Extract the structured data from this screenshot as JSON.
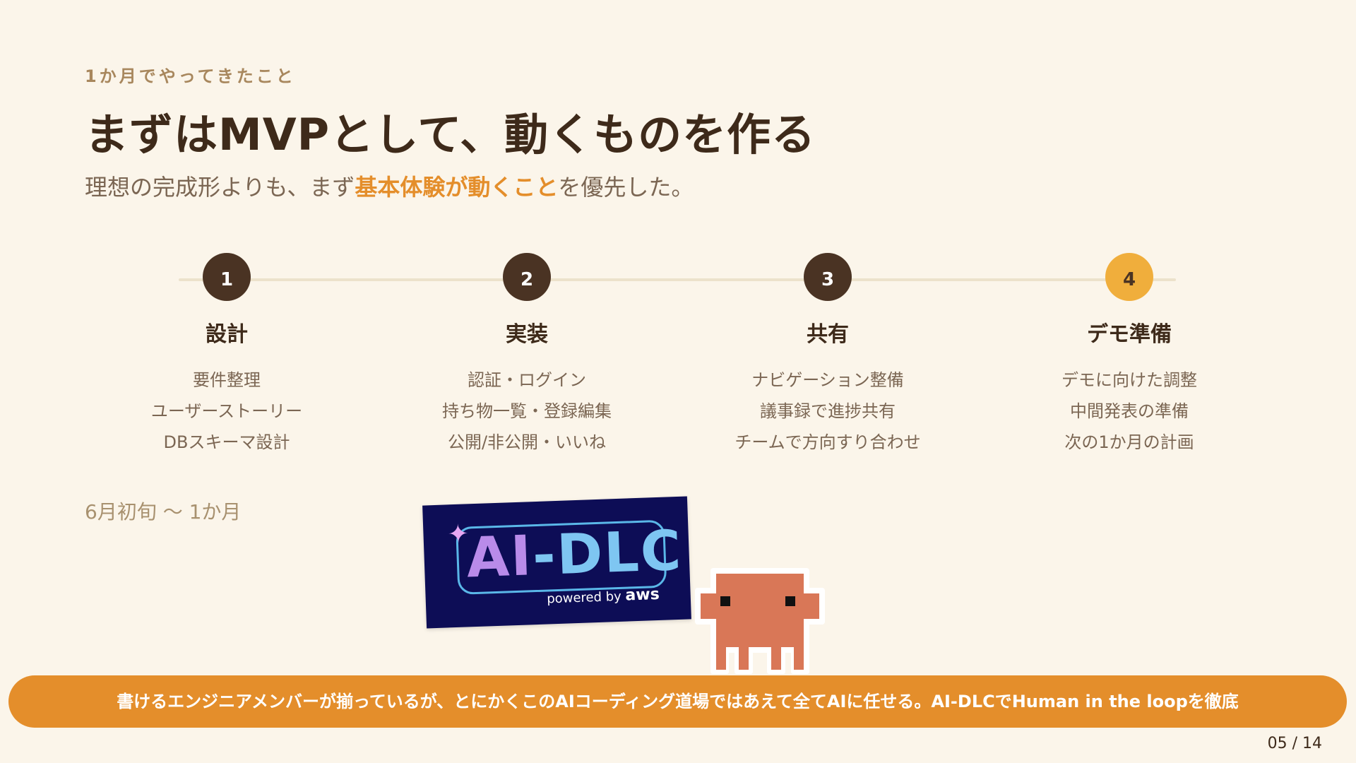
{
  "eyebrow": "1か月でやってきたこと",
  "title": "まずはMVPとして、動くものを作る",
  "subtitle": {
    "prefix": "理想の完成形よりも、まず",
    "highlight": "基本体験が動くこと",
    "suffix": "を優先した。"
  },
  "steps": [
    {
      "number": "1",
      "title": "設計",
      "items": [
        "要件整理",
        "ユーザーストーリー",
        "DBスキーマ設計"
      ]
    },
    {
      "number": "2",
      "title": "実装",
      "items": [
        "認証・ログイン",
        "持ち物一覧・登録編集",
        "公開/非公開・いいね"
      ]
    },
    {
      "number": "3",
      "title": "共有",
      "items": [
        "ナビゲーション整備",
        "議事録で進捗共有",
        "チームで方向すり合わせ"
      ]
    },
    {
      "number": "4",
      "title": "デモ準備",
      "items": [
        "デモに向けた調整",
        "中間発表の準備",
        "次の1か月の計画"
      ]
    }
  ],
  "period": "6月初旬 〜 1か月",
  "logo": {
    "text_a": "AI",
    "text_rest": "-DLC",
    "powered_by": "powered by",
    "aws": "aws"
  },
  "banner": "書けるエンジニアメンバーが揃っているが、とにかくこのAIコーディング道場ではあえて全てAIに任せる。AI-DLCでHuman in the loopを徹底",
  "page_number": "05 / 14",
  "colors": {
    "background": "#fbf5ea",
    "accent_orange": "#e48e2b",
    "step_dark": "#4a3323",
    "step_accent": "#f0ae3c",
    "mascot": "#d97757",
    "logo_bg": "#0d0d56"
  }
}
